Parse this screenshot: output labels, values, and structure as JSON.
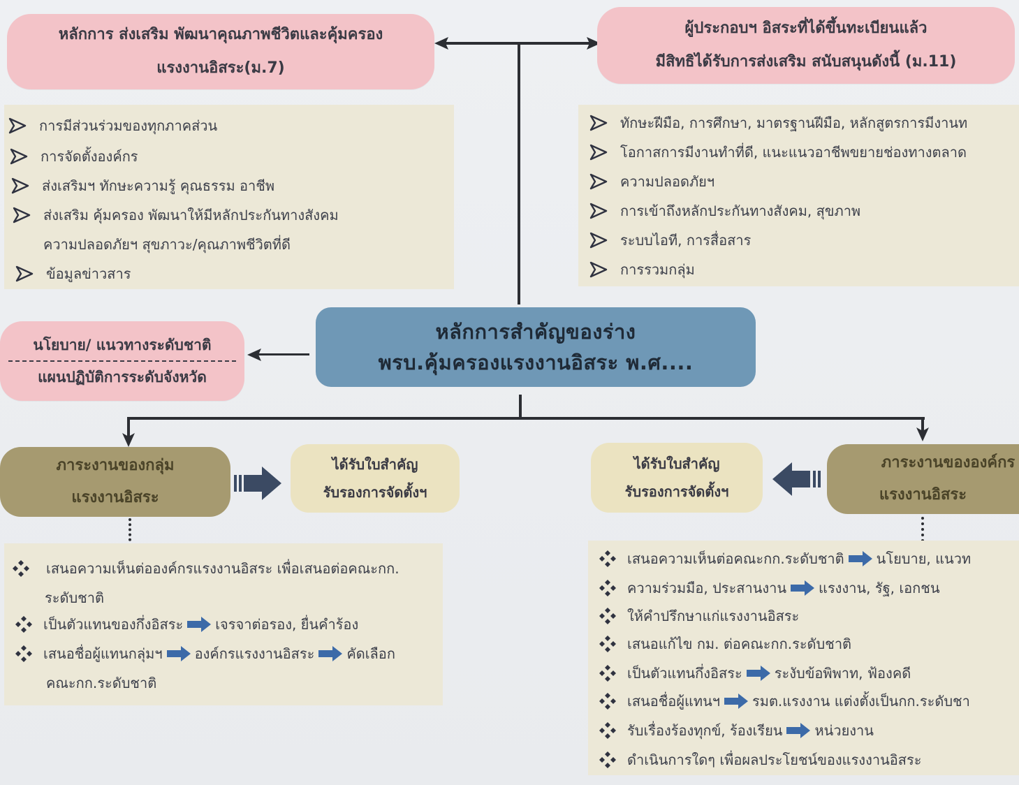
{
  "top_left": {
    "title_line1": "หลักการ ส่งเสริม พัฒนาคุณภาพชีวิตและคุ้มครอง",
    "title_line2": "แรงงานอิสระ(ม.7)",
    "items": [
      "การมีส่วนร่วมของทุกภาคส่วน",
      "การจัดตั้งองค์กร",
      "ส่งเสริมฯ ทักษะความรู้ คุณธรรม อาชีพ",
      "ส่งเสริม คุ้มครอง พัฒนาให้มีหลักประกันทางสังคม",
      "ความปลอดภัยฯ สุขภาวะ/คุณภาพชีวิตที่ดี",
      "ข้อมูลข่าวสาร"
    ]
  },
  "top_right": {
    "title_line1": "ผู้ประกอบฯ อิสระที่ได้ขึ้นทะเบียนแล้ว",
    "title_line2": "มีสิทธิได้รับการส่งเสริม สนับสนุนดังนี้ (ม.11)",
    "items": [
      "ทักษะฝีมือ, การศึกษา, มาตรฐานฝีมือ, หลักสูตรการมีงานท",
      "โอกาสการมีงานทำที่ดี, แนะแนวอาชีพขยายช่องทางตลาด",
      "ความปลอดภัยฯ",
      "การเข้าถึงหลักประกันทางสังคม, สุขภาพ",
      "ระบบไอที, การสื่อสาร",
      "การรวมกลุ่ม"
    ]
  },
  "center": {
    "line1": "หลักการสำคัญของร่าง",
    "line2": "พรบ.คุ้มครองแรงงานอิสระ พ.ศ...."
  },
  "policy": {
    "line1": "นโยบาย/ แนวทางระดับชาติ",
    "line2": "แผนปฏิบัติการระดับจังหวัด"
  },
  "group_duty": {
    "line1": "ภาระงานของกลุ่ม",
    "line2": "แรงงานอิสระ"
  },
  "cert_left": {
    "line1": "ได้รับใบสำคัญ",
    "line2": "รับรองการจัดตั้งฯ"
  },
  "cert_right": {
    "line1": "ได้รับใบสำคัญ",
    "line2": "รับรองการจัดตั้งฯ"
  },
  "org_duty": {
    "line1": "ภาระงานขององค์กร",
    "line2": "แรงงานอิสระ"
  },
  "bottom_left": {
    "items": [
      {
        "a": "เสนอความเห็นต่อองค์กรแรงงานอิสระ เพื่อเสนอต่อคณะกก."
      },
      {
        "a": "ระดับชาติ"
      },
      {
        "a": "เป็นตัวแทนของกึ่งอิสระ",
        "b": "เจรจาต่อรอง, ยื่นคำร้อง"
      },
      {
        "a": "เสนอชื่อผู้แทนกลุ่มฯ",
        "b": "องค์กรแรงงานอิสระ",
        "c": "คัดเลือก"
      },
      {
        "a": "คณะกก.ระดับชาติ"
      }
    ]
  },
  "bottom_right": {
    "items": [
      {
        "a": "เสนอความเห็นต่อคณะกก.ระดับชาติ",
        "b": "นโยบาย, แนวท"
      },
      {
        "a": "ความร่วมมือ, ประสานงาน",
        "b": "แรงงาน, รัฐ, เอกชน"
      },
      {
        "a": "ให้คำปรึกษาแก่แรงงานอิสระ"
      },
      {
        "a": "เสนอแก้ไข กม. ต่อคณะกก.ระดับชาติ"
      },
      {
        "a": "เป็นตัวแทนกึ่งอิสระ",
        "b": "ระงับข้อพิพาท, ฟ้องคดี"
      },
      {
        "a": "เสนอชื่อผู้แทนฯ",
        "b": "รมต.แรงงาน แต่งตั้งเป็นกก.ระดับชา"
      },
      {
        "a": "รับเรื่องร้องทุกข์, ร้องเรียน",
        "b": "หน่วยงาน"
      },
      {
        "a": "ดำเนินการใดๆ เพื่อผลประโยชน์ของแรงงานอิสระ"
      }
    ]
  },
  "colors": {
    "pink": "#f3c3c8",
    "cream": "#ece8d7",
    "olive": "#a69a70",
    "tan": "#ebe3c1",
    "center_blue": "#6f98b6",
    "arrow_blue": "#3c6aa8",
    "arrow_dark": "#3b4a63"
  }
}
